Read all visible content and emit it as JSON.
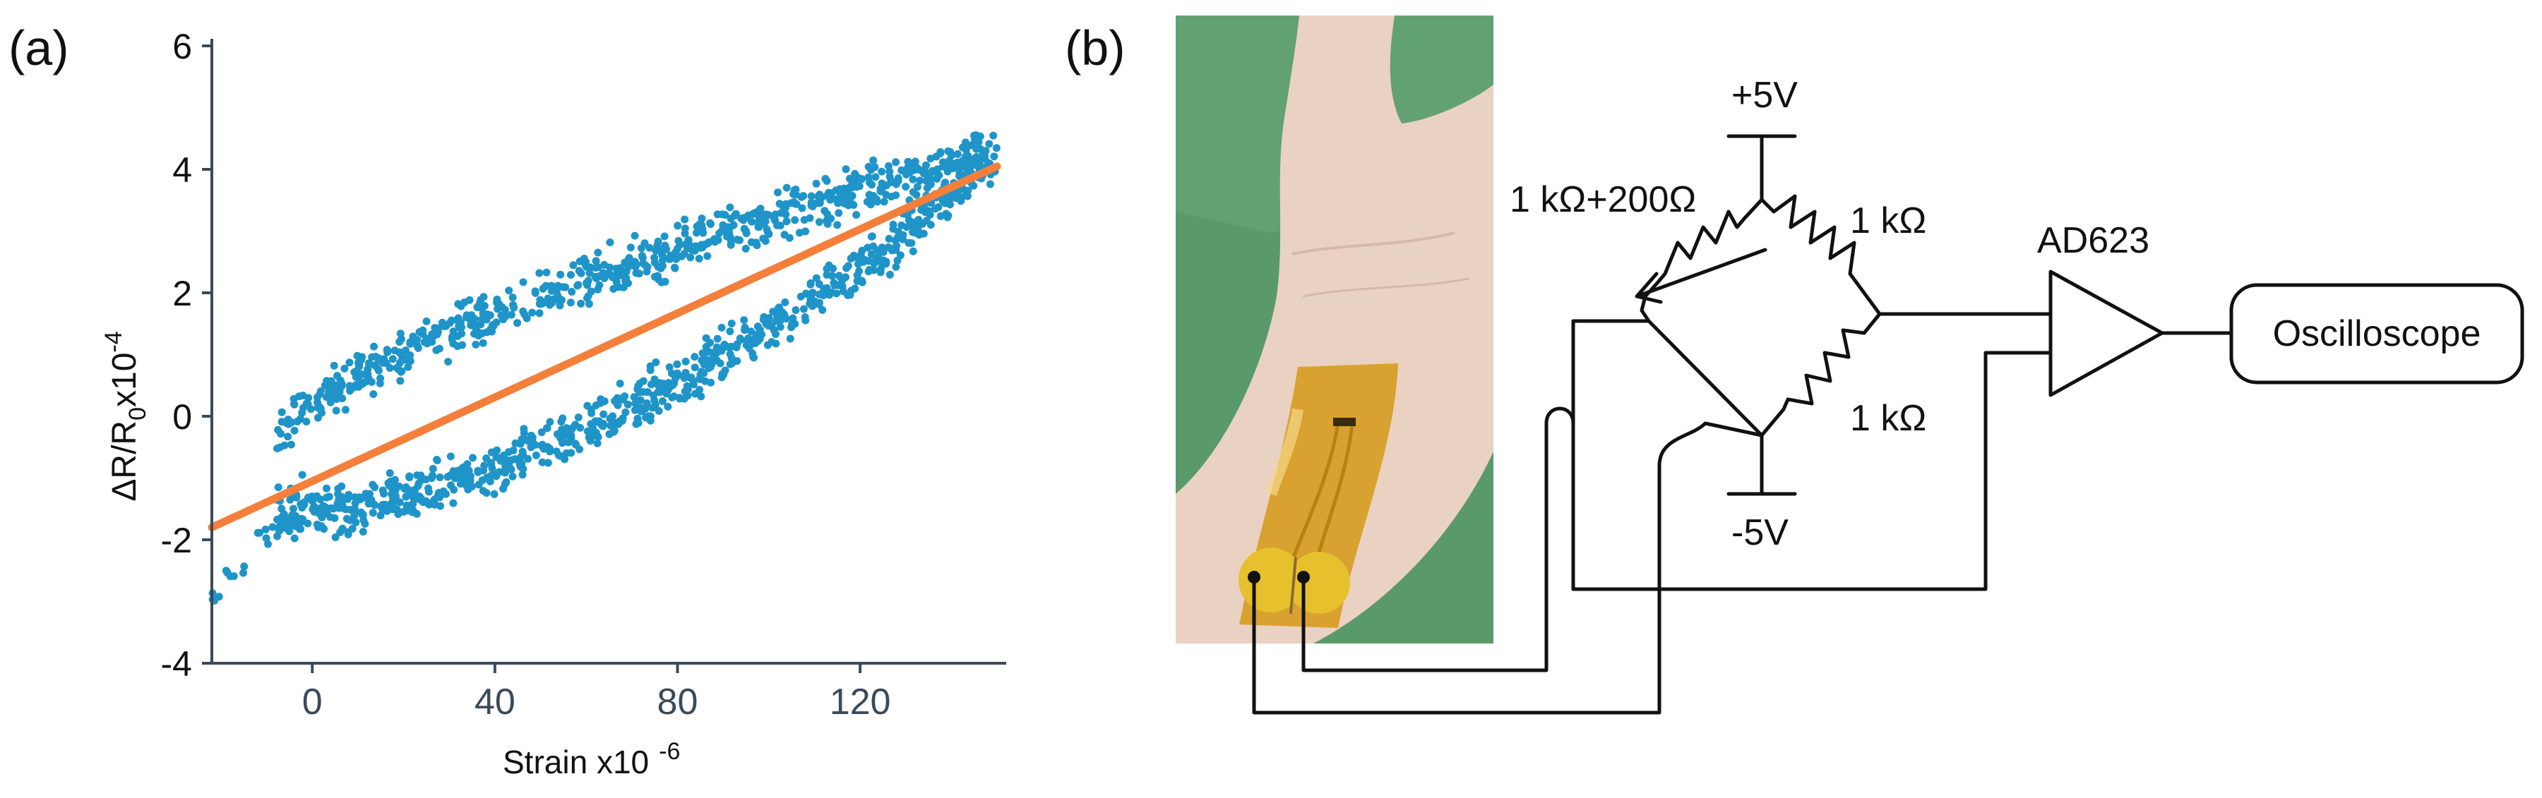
{
  "panels": {
    "a": "(a)",
    "b": "(b)"
  },
  "chart_data": {
    "type": "scatter",
    "title": "",
    "xlabel": "Strain x10",
    "xlabel_sup": "-6",
    "ylabel": "ΔR/R",
    "ylabel_sub": "0",
    "ylabel_tail": "x10",
    "ylabel_sup": "-4",
    "xlim": [
      -22,
      152
    ],
    "ylim": [
      -4,
      6
    ],
    "xticks": [
      0,
      40,
      80,
      120
    ],
    "yticks": [
      -4,
      -2,
      0,
      2,
      4,
      6
    ],
    "grid": false,
    "colors": {
      "points": "#1f94c8",
      "fit": "#f47f3a",
      "axis": "#3a4a5a"
    },
    "fit_line": {
      "x": [
        -22,
        150
      ],
      "y": [
        -1.8,
        4.05
      ]
    },
    "point_groups": [
      {
        "kind": "upper-branch",
        "x_range": [
          -8,
          150
        ],
        "y_start": -0.4,
        "y_end": 4.3,
        "spread": 0.55,
        "count": 700
      },
      {
        "kind": "lower-branch",
        "x_range": [
          -8,
          150
        ],
        "y_start": -1.6,
        "y_end": 4.2,
        "spread": 0.6,
        "count": 800
      },
      {
        "kind": "tail",
        "x_range": [
          -22,
          -2
        ],
        "y_start": -3.0,
        "y_end": -1.0,
        "spread": 0.5,
        "count": 25
      }
    ]
  },
  "circuit": {
    "vpos": "+5V",
    "vneg": "-5V",
    "r_variable": "1 kΩ+200Ω",
    "r_top": "1 kΩ",
    "r_bottom": "1 kΩ",
    "amplifier": "AD623",
    "output": "Oscilloscope"
  },
  "photo": {
    "colors": {
      "background": "#5a9a6a",
      "skin": "#e9d2c2",
      "sensor": "#d79c23",
      "pad": "#e7c02d"
    }
  }
}
